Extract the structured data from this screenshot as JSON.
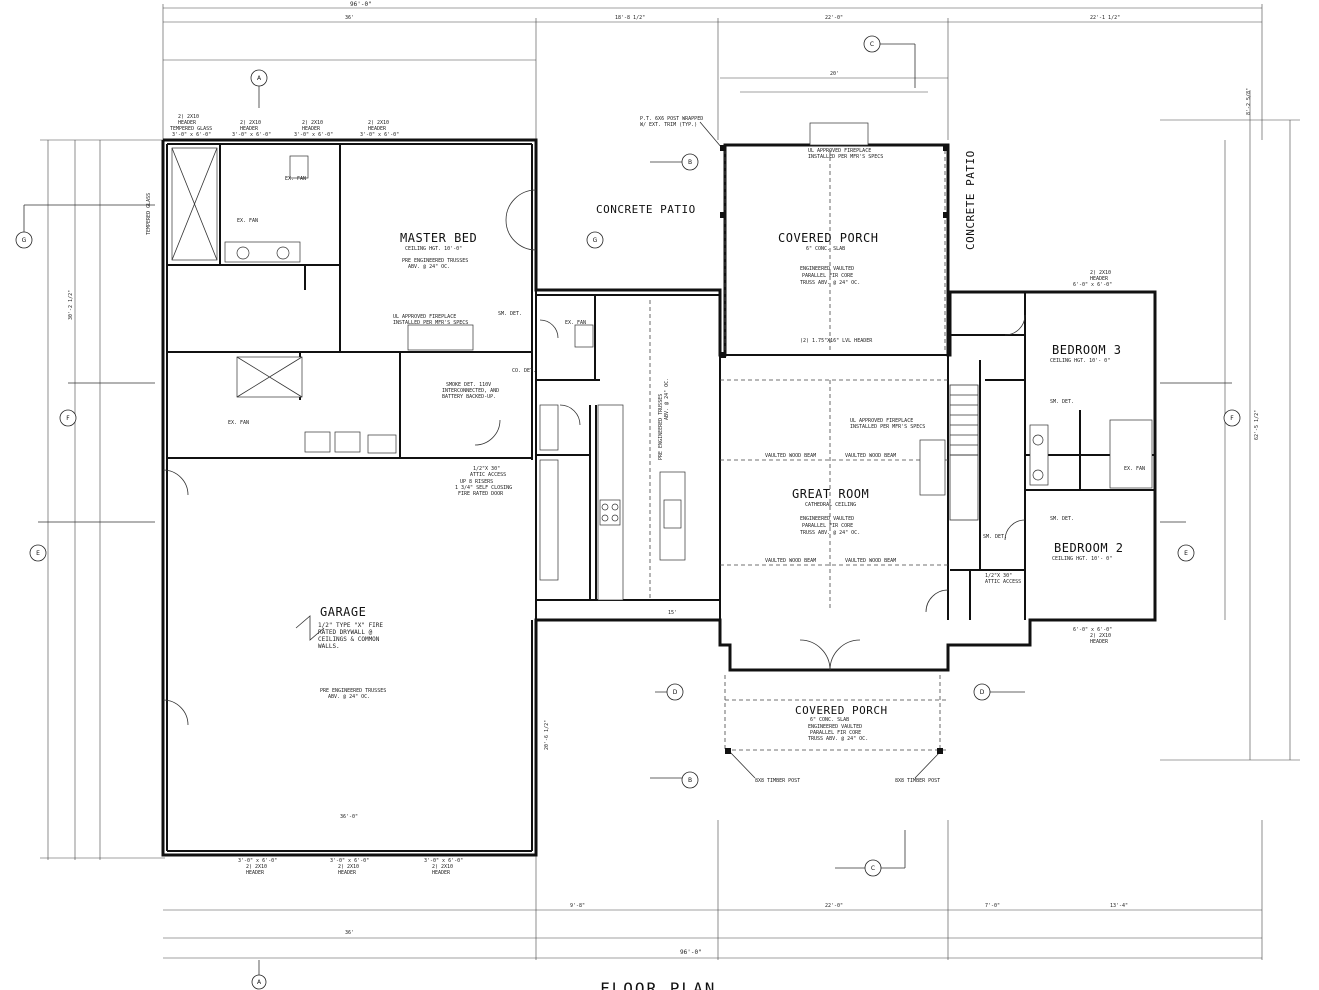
{
  "sheet": {
    "title": "FLOOR PLAN"
  },
  "rooms": {
    "master_bed": {
      "name": "MASTER BED",
      "ceiling": "CEILING HGT. 10'-0\"",
      "trusses": "PRE ENGINEERED TRUSSES",
      "spacing": "ABV. @ 24\" OC."
    },
    "concrete_patio_left": "CONCRETE PATIO",
    "concrete_patio_right": "CONCRETE PATIO",
    "covered_porch_rear": {
      "name": "COVERED PORCH",
      "slab": "6\" CONC. SLAB",
      "line1": "ENGINEERED VAULTED",
      "line2": "PARALLEL FIR CORE",
      "line3": "TRUSS ABV. @ 24\" OC."
    },
    "bedroom3": {
      "name": "BEDROOM 3",
      "ceiling": "CEILING HGT. 10'- 0\""
    },
    "bedroom2": {
      "name": "BEDROOM 2",
      "ceiling": "CEILING HGT. 10'- 0\""
    },
    "great_room": {
      "name": "GREAT ROOM",
      "ceiling": "CATHEDRAL CEILING",
      "line1": "ENGINEERED VAULTED",
      "line2": "PARALLEL FIR CORE",
      "line3": "TRUSS ABV. @ 24\" OC."
    },
    "garage": {
      "name": "GARAGE",
      "line1": "1/2\" TYPE \"X\" FIRE",
      "line2": "RATED DRYWALL @",
      "line3": "CEILINGS & COMMON",
      "line4": "WALLS.",
      "trusses": "PRE ENGINEERED TRUSSES",
      "spacing": "ABV. @ 24\" OC."
    },
    "covered_porch_front": {
      "name": "COVERED PORCH",
      "slab": "6\" CONC. SLAB",
      "line1": "ENGINEERED VAULTED",
      "line2": "PARALLEL FIR CORE",
      "line3": "TRUSS ABV. @ 24\" OC."
    }
  },
  "notes": {
    "fireplace_master": "UL APPROVED FIREPLACE",
    "fireplace_master2": "INSTALLED PER MFR'S SPECS",
    "fireplace_porch": "UL APPROVED FIREPLACE",
    "fireplace_porch2": "INSTALLED PER MFR'S SPECS",
    "fireplace_great": "UL APPROVED FIREPLACE",
    "fireplace_great2": "INSTALLED PER MFR'S SPECS",
    "smoke1": "SMOKE DET. 110V",
    "smoke2": "INTERCONNECTED, AND",
    "smoke3": "BATTERY BACKED-UP.",
    "post_wrap1": "P.T. 6X6 POST WRAPPED",
    "post_wrap2": "W/ EXT. TRIM (TYP.)",
    "attic": "1/2\"X 30\"",
    "attic2": "ATTIC ACCESS",
    "attic3": "1/2\"X 30\"",
    "attic4": "ATTIC ACCESS",
    "fire_door1": "UP 8 RISERS",
    "fire_door2": "1 3/4\" SELF CLOSING",
    "fire_door3": "FIRE RATED DOOR",
    "lvl_header": "(2) 1.75\"X16\" LVL HEADER",
    "pre_trusses_kitchen": "PRE ENGINEERED TRUSSES",
    "pre_trusses_kitchen2": "ABV. @ 24\" OC.",
    "vaulted_beam": "VAULTED WOOD BEAM",
    "timber_post": "8X8 TIMBER POST",
    "tempered_glass": "TEMPERED GLASS",
    "ex_fan": "EX. FAN",
    "sm_det": "SM. DET.",
    "co_det": "CO. DET."
  },
  "headers": {
    "h1": "2) 2X10",
    "h1b": "HEADER",
    "h1c": "3'-0\" x 6'-0\"",
    "h2": "2) 2X10",
    "h2b": "HEADER",
    "h2c": "3'-0\" x 6'-0\"",
    "h3": "2) 2X10",
    "h3b": "HEADER",
    "h3c": "3'-0\" x 6'-0\"",
    "h4": "2) 2X10",
    "h4b": "HEADER",
    "h4c": "3'-0\" x 6'-0\"",
    "g1": "3'-0\" x 6'-0\"",
    "g1b": "2) 2X10",
    "g1c": "HEADER",
    "g2": "3'-0\" x 6'-0\"",
    "g2b": "2) 2X10",
    "g2c": "HEADER",
    "g3": "3'-0\" x 6'-0\"",
    "g3b": "2) 2X10",
    "g3c": "HEADER",
    "b3": "6'-0\" x 6'-0\"",
    "b3b": "2) 2X10",
    "b3c": "HEADER",
    "b2": "6'-0\" x 6'-0\"",
    "b2b": "2) 2X10",
    "b2c": "HEADER"
  },
  "dimensions": {
    "overall_top": "96'-0\"",
    "overall_bottom": "96'-0\"",
    "top_left": "36'",
    "top_mid": "18'-8 1/2\"",
    "top_porch": "22'-0\"",
    "top_right": "22'-1 1/2\"",
    "porch_width": "20'",
    "bottom_left": "36'",
    "bottom_mid": "9'-8\"",
    "bottom_porch": "22'-0\"",
    "bottom_r1": "7'-0\"",
    "bottom_r2": "13'-4\"",
    "garage_width": "36'-0\"",
    "left_overall": "30'-2 1/2\"",
    "right_overall": "62'-5 1/2\"",
    "right_top": "8'-2 5/8\"",
    "kitchen_width": "15'",
    "great_room_depth": "20'-6 1/2\""
  },
  "markers": {
    "A": "A",
    "B": "B",
    "C": "C",
    "D": "D",
    "E": "E",
    "F": "F",
    "G": "G"
  }
}
